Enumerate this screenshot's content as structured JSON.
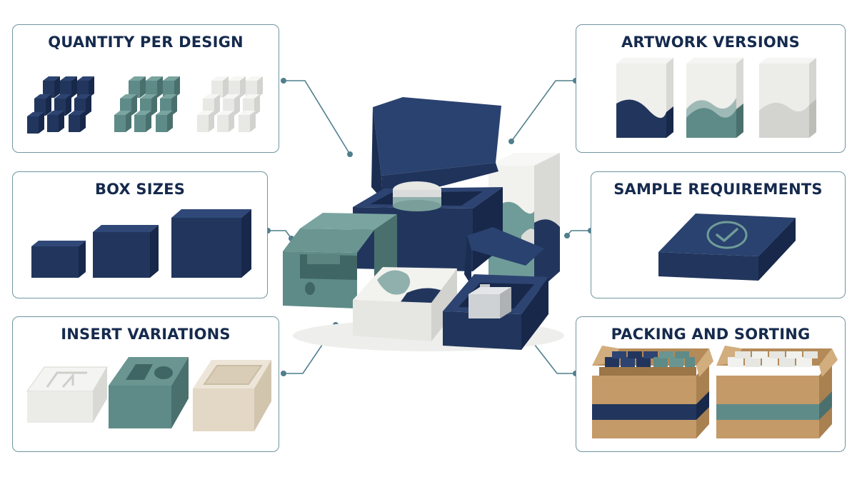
{
  "panels": {
    "quantity": {
      "title": "QUANTITY PER DESIGN"
    },
    "box_sizes": {
      "title": "BOX SIZES"
    },
    "insert": {
      "title": "INSERT VARIATIONS"
    },
    "artwork": {
      "title": "ARTWORK VERSIONS"
    },
    "sample": {
      "title": "SAMPLE REQUIREMENTS"
    },
    "packing": {
      "title": "PACKING AND SORTING"
    }
  },
  "colors": {
    "navy": "#22365d",
    "teal": "#5e8b88",
    "white_box": "#ececea",
    "kraft": "#c39a68",
    "accent_line": "#4f7f8c"
  },
  "icons": {
    "sample_mark": "checkmark-circle-icon"
  }
}
